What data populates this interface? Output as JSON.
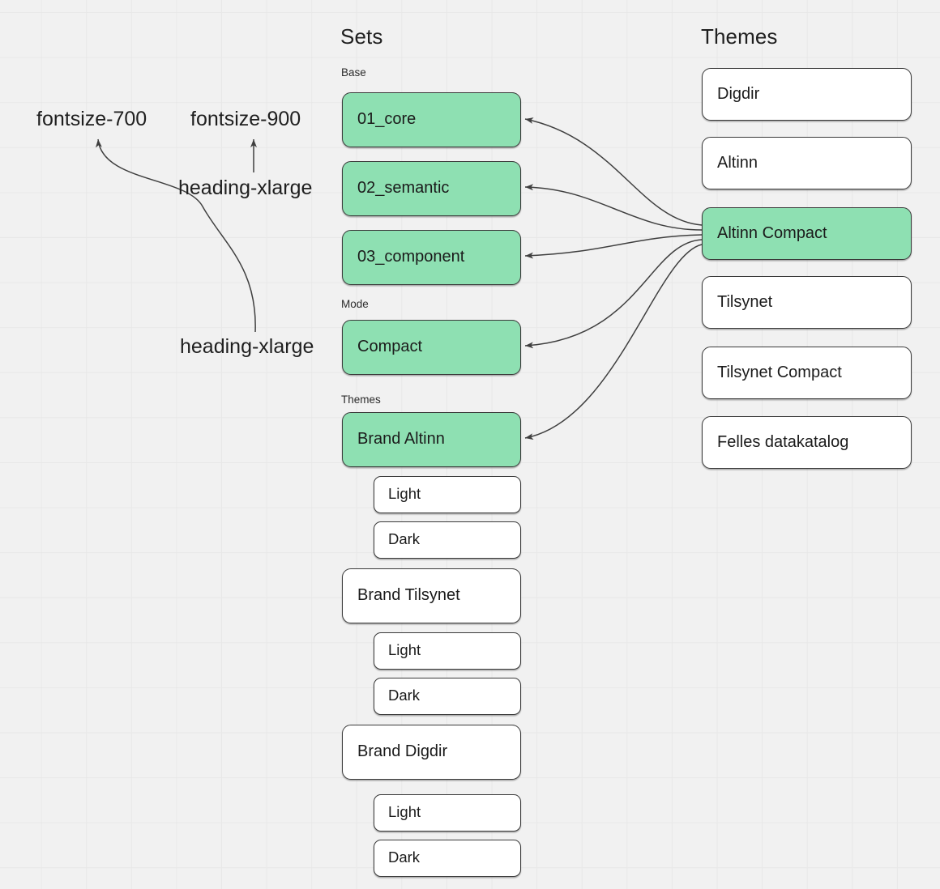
{
  "canvas": {
    "background_color": "#f1f1f1",
    "grid_color": "#e8e8e8",
    "accent_selected_color": "#8EE0B2",
    "node_border_color": "#3a3a3a",
    "node_background_color": "#ffffff",
    "edge_color": "#3f3f3f",
    "text_color": "#1b1b1b"
  },
  "columns": {
    "sets": {
      "heading": "Sets",
      "groups": [
        {
          "label": "Base",
          "nodes": [
            {
              "label": "01_core",
              "selected": true
            },
            {
              "label": "02_semantic",
              "selected": true
            },
            {
              "label": "03_component",
              "selected": true
            }
          ]
        },
        {
          "label": "Mode",
          "nodes": [
            {
              "label": "Compact",
              "selected": true
            }
          ]
        },
        {
          "label": "Themes",
          "nodes": [
            {
              "label": "Brand Altinn",
              "selected": true
            },
            {
              "label": "Light",
              "selected": false,
              "nested": true
            },
            {
              "label": "Dark",
              "selected": false,
              "nested": true
            },
            {
              "label": "Brand Tilsynet",
              "selected": false
            },
            {
              "label": "Light",
              "selected": false,
              "nested": true
            },
            {
              "label": "Dark",
              "selected": false,
              "nested": true
            },
            {
              "label": "Brand Digdir",
              "selected": false
            },
            {
              "label": "Light",
              "selected": false,
              "nested": true
            },
            {
              "label": "Dark",
              "selected": false,
              "nested": true
            }
          ]
        }
      ]
    },
    "themes": {
      "heading": "Themes",
      "nodes": [
        {
          "label": "Digdir",
          "selected": false
        },
        {
          "label": "Altinn",
          "selected": false
        },
        {
          "label": "Altinn Compact",
          "selected": true
        },
        {
          "label": "Tilsynet",
          "selected": false
        },
        {
          "label": "Tilsynet Compact",
          "selected": false
        },
        {
          "label": "Felles datakatalog",
          "selected": false
        }
      ]
    }
  },
  "annotations": [
    {
      "text": "fontsize-700"
    },
    {
      "text": "fontsize-900"
    },
    {
      "text": "heading-xlarge"
    },
    {
      "text": "heading-xlarge"
    }
  ],
  "edges": {
    "count": 5,
    "source": "Altinn Compact",
    "targets": [
      "01_core",
      "02_semantic",
      "03_component",
      "Compact",
      "Brand Altinn"
    ]
  }
}
